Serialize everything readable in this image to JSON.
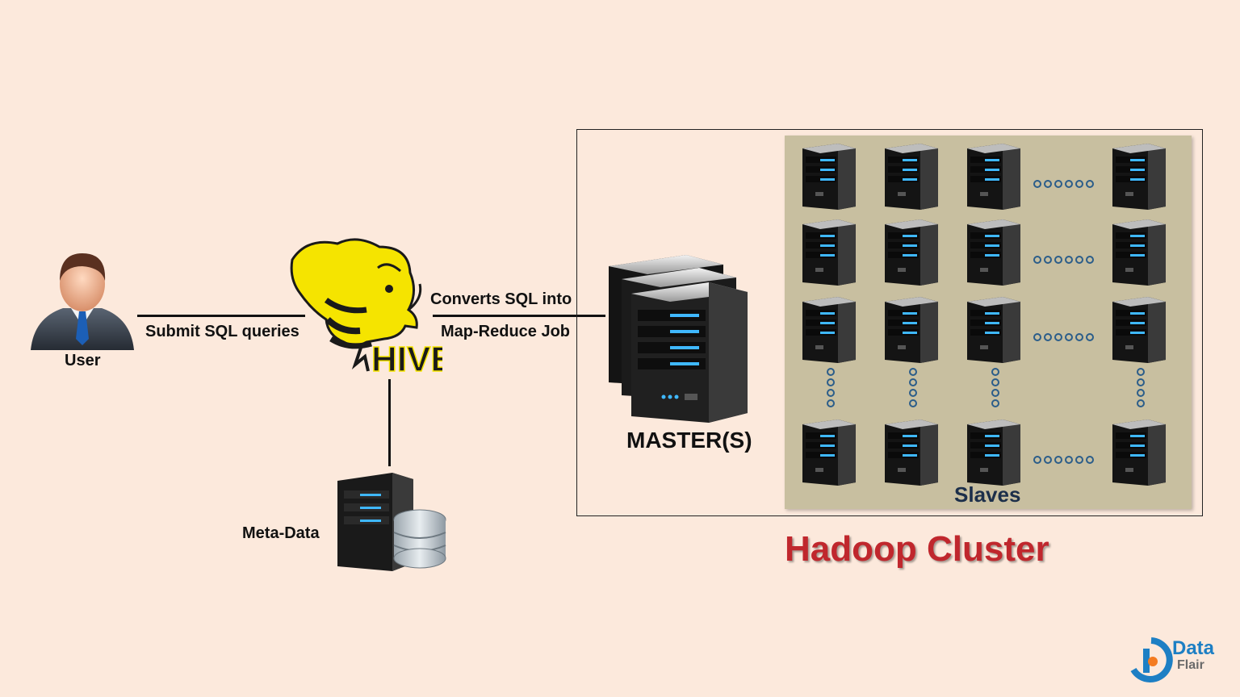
{
  "labels": {
    "user": "User",
    "submit": "Submit SQL queries",
    "converts_line1": "Converts SQL into",
    "converts_line2": "Map-Reduce Job",
    "meta": "Meta-Data",
    "master": "MASTER(S)",
    "slaves": "Slaves",
    "cluster_title": "Hadoop Cluster",
    "hive_logo": "HIVE",
    "brand_line1": "Data",
    "brand_line2": "Flair"
  },
  "colors": {
    "background": "#fce9dc",
    "slave_panel": "#c8bfa0",
    "cluster_title": "#c0272d",
    "hive_yellow": "#f5e400",
    "brand_blue": "#1d7fc4",
    "server_led": "#3fb8ff"
  },
  "icons": {
    "user": "user-avatar-icon",
    "hive": "hive-elephant-logo",
    "master": "master-server-stack-icon",
    "slave": "slave-server-icon",
    "metadata": "database-server-icon",
    "brand": "dataflair-logo"
  }
}
